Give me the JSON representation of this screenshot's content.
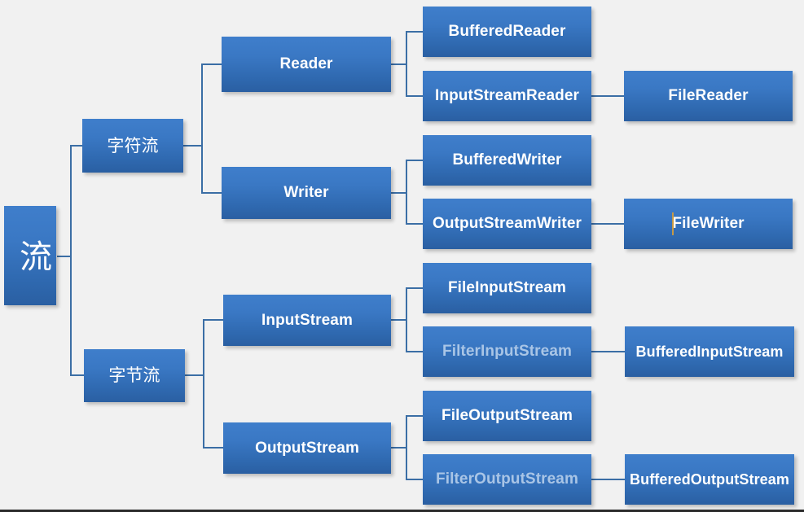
{
  "diagram": {
    "title": "Java IO Stream Class Hierarchy",
    "type": "tree",
    "background_color": "#f1f1f1",
    "node_fill_top": "#3f7ecb",
    "node_fill_bottom": "#2a5fa2",
    "connector_color": "#3b6ea5",
    "node_text_color": "#ffffff",
    "dim_text_color": "#a9c5e6",
    "caret_color": "#c69a46"
  },
  "nodes": {
    "root": {
      "label": "流"
    },
    "char_stream": {
      "label": "字符流"
    },
    "byte_stream": {
      "label": "字节流"
    },
    "reader": {
      "label": "Reader"
    },
    "writer": {
      "label": "Writer"
    },
    "input_stream": {
      "label": "InputStream"
    },
    "output_stream": {
      "label": "OutputStream"
    },
    "buffered_reader": {
      "label": "BufferedReader"
    },
    "input_stream_reader": {
      "label": "InputStreamReader"
    },
    "file_reader": {
      "label": "FileReader"
    },
    "buffered_writer": {
      "label": "BufferedWriter"
    },
    "output_stream_writer": {
      "label": "OutputStreamWriter"
    },
    "file_writer": {
      "label": "FileWriter"
    },
    "file_input_stream": {
      "label": "FileInputStream"
    },
    "filter_input_stream": {
      "label": "FilterInputStream"
    },
    "buffered_input_stream": {
      "label": "BufferedInputStream"
    },
    "file_output_stream": {
      "label": "FileOutputStream"
    },
    "filter_output_stream": {
      "label": "FilterOutputStream"
    },
    "buffered_output_stream": {
      "label": "BufferedOutputStream"
    }
  }
}
